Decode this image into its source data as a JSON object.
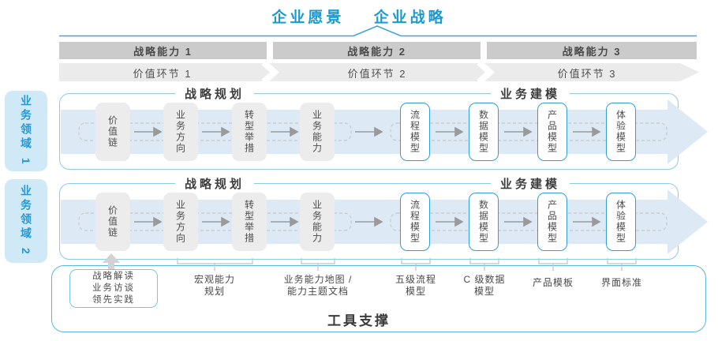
{
  "header": {
    "vision": "企业愿景",
    "strategy": "企业战略"
  },
  "capability_bars": [
    {
      "label": "战略能力 1"
    },
    {
      "label": "战略能力 2"
    },
    {
      "label": "战略能力 3"
    }
  ],
  "value_links": [
    {
      "label": "价值环节 1"
    },
    {
      "label": "价值环节 2"
    },
    {
      "label": "价值环节 3"
    }
  ],
  "domains": [
    {
      "label": "业务领域 1"
    },
    {
      "label": "业务领域 2"
    }
  ],
  "sections": {
    "planning": "战略规划",
    "modeling": "业务建模"
  },
  "flow_boxes": [
    {
      "label": "价值链",
      "style": "gray"
    },
    {
      "label": "业务方向",
      "style": "gray"
    },
    {
      "label": "转型举措",
      "style": "gray"
    },
    {
      "label": "业务能力",
      "style": "gray"
    },
    {
      "label": "流程模型",
      "style": "blue"
    },
    {
      "label": "数据模型",
      "style": "blue"
    },
    {
      "label": "产品模型",
      "style": "blue"
    },
    {
      "label": "体验模型",
      "style": "blue"
    }
  ],
  "annotations": {
    "inputs": {
      "lines": [
        "战略解读",
        "业务访谈",
        "领先实践"
      ]
    },
    "notes": [
      {
        "lines": [
          "宏观能力",
          "规划"
        ]
      },
      {
        "lines": [
          "业务能力地图 /",
          "能力主题文档"
        ]
      },
      {
        "lines": [
          "五级流程",
          "模型"
        ]
      },
      {
        "lines": [
          "C 级数据",
          "模型"
        ]
      },
      {
        "lines": [
          "产品模板"
        ]
      },
      {
        "lines": [
          "界面标准"
        ]
      }
    ]
  },
  "footer": {
    "label": "工具支撑"
  },
  "colors": {
    "accent_blue": "#189ad3",
    "container_border": "#8ecbe8",
    "band_blue": "#ddeaf6",
    "bar_gray": "#cbcbcb",
    "chevron_gray": "#ebebeb",
    "box_gray": "#ececec",
    "box_blue_border": "#2f9fd6",
    "tag_bg": "#cfe9f7",
    "text_dark": "#4a4a4a"
  }
}
